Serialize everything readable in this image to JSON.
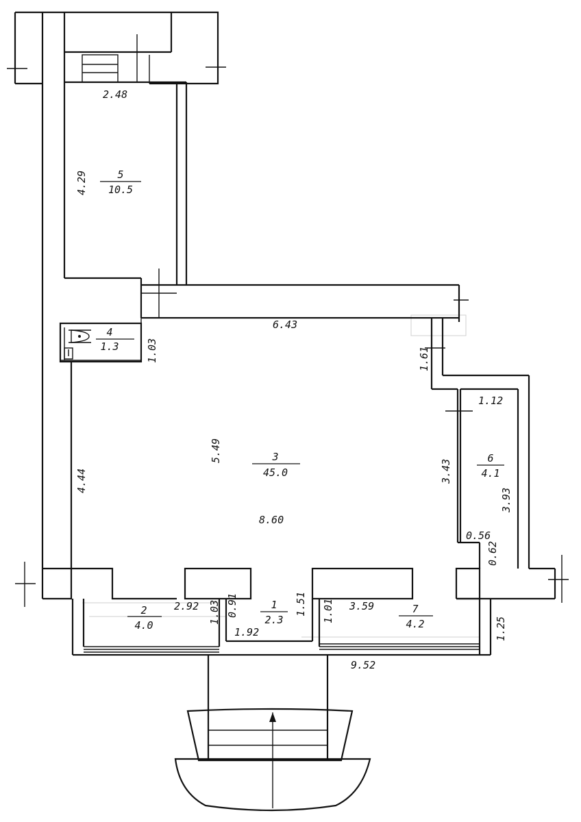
{
  "rooms": [
    {
      "number": "1",
      "area": "2.3"
    },
    {
      "number": "2",
      "area": "4.0"
    },
    {
      "number": "3",
      "area": "45.0"
    },
    {
      "number": "4",
      "area": "1.3"
    },
    {
      "number": "5",
      "area": "10.5"
    },
    {
      "number": "6",
      "area": "4.1"
    },
    {
      "number": "7",
      "area": "4.2"
    }
  ],
  "dimensions": {
    "d248": "2.48",
    "d429": "4.29",
    "d643": "6.43",
    "d103a": "1.03",
    "d161": "1.61",
    "d112": "1.12",
    "d549": "5.49",
    "d343": "3.43",
    "d393": "3.93",
    "d444": "4.44",
    "d860": "8.60",
    "d056": "0.56",
    "d062": "0.62",
    "d292": "2.92",
    "d103b": "1.03",
    "d091": "0.91",
    "d151": "1.51",
    "d192": "1.92",
    "d101": "1.01",
    "d359": "3.59",
    "d125": "1.25",
    "d952": "9.52"
  }
}
